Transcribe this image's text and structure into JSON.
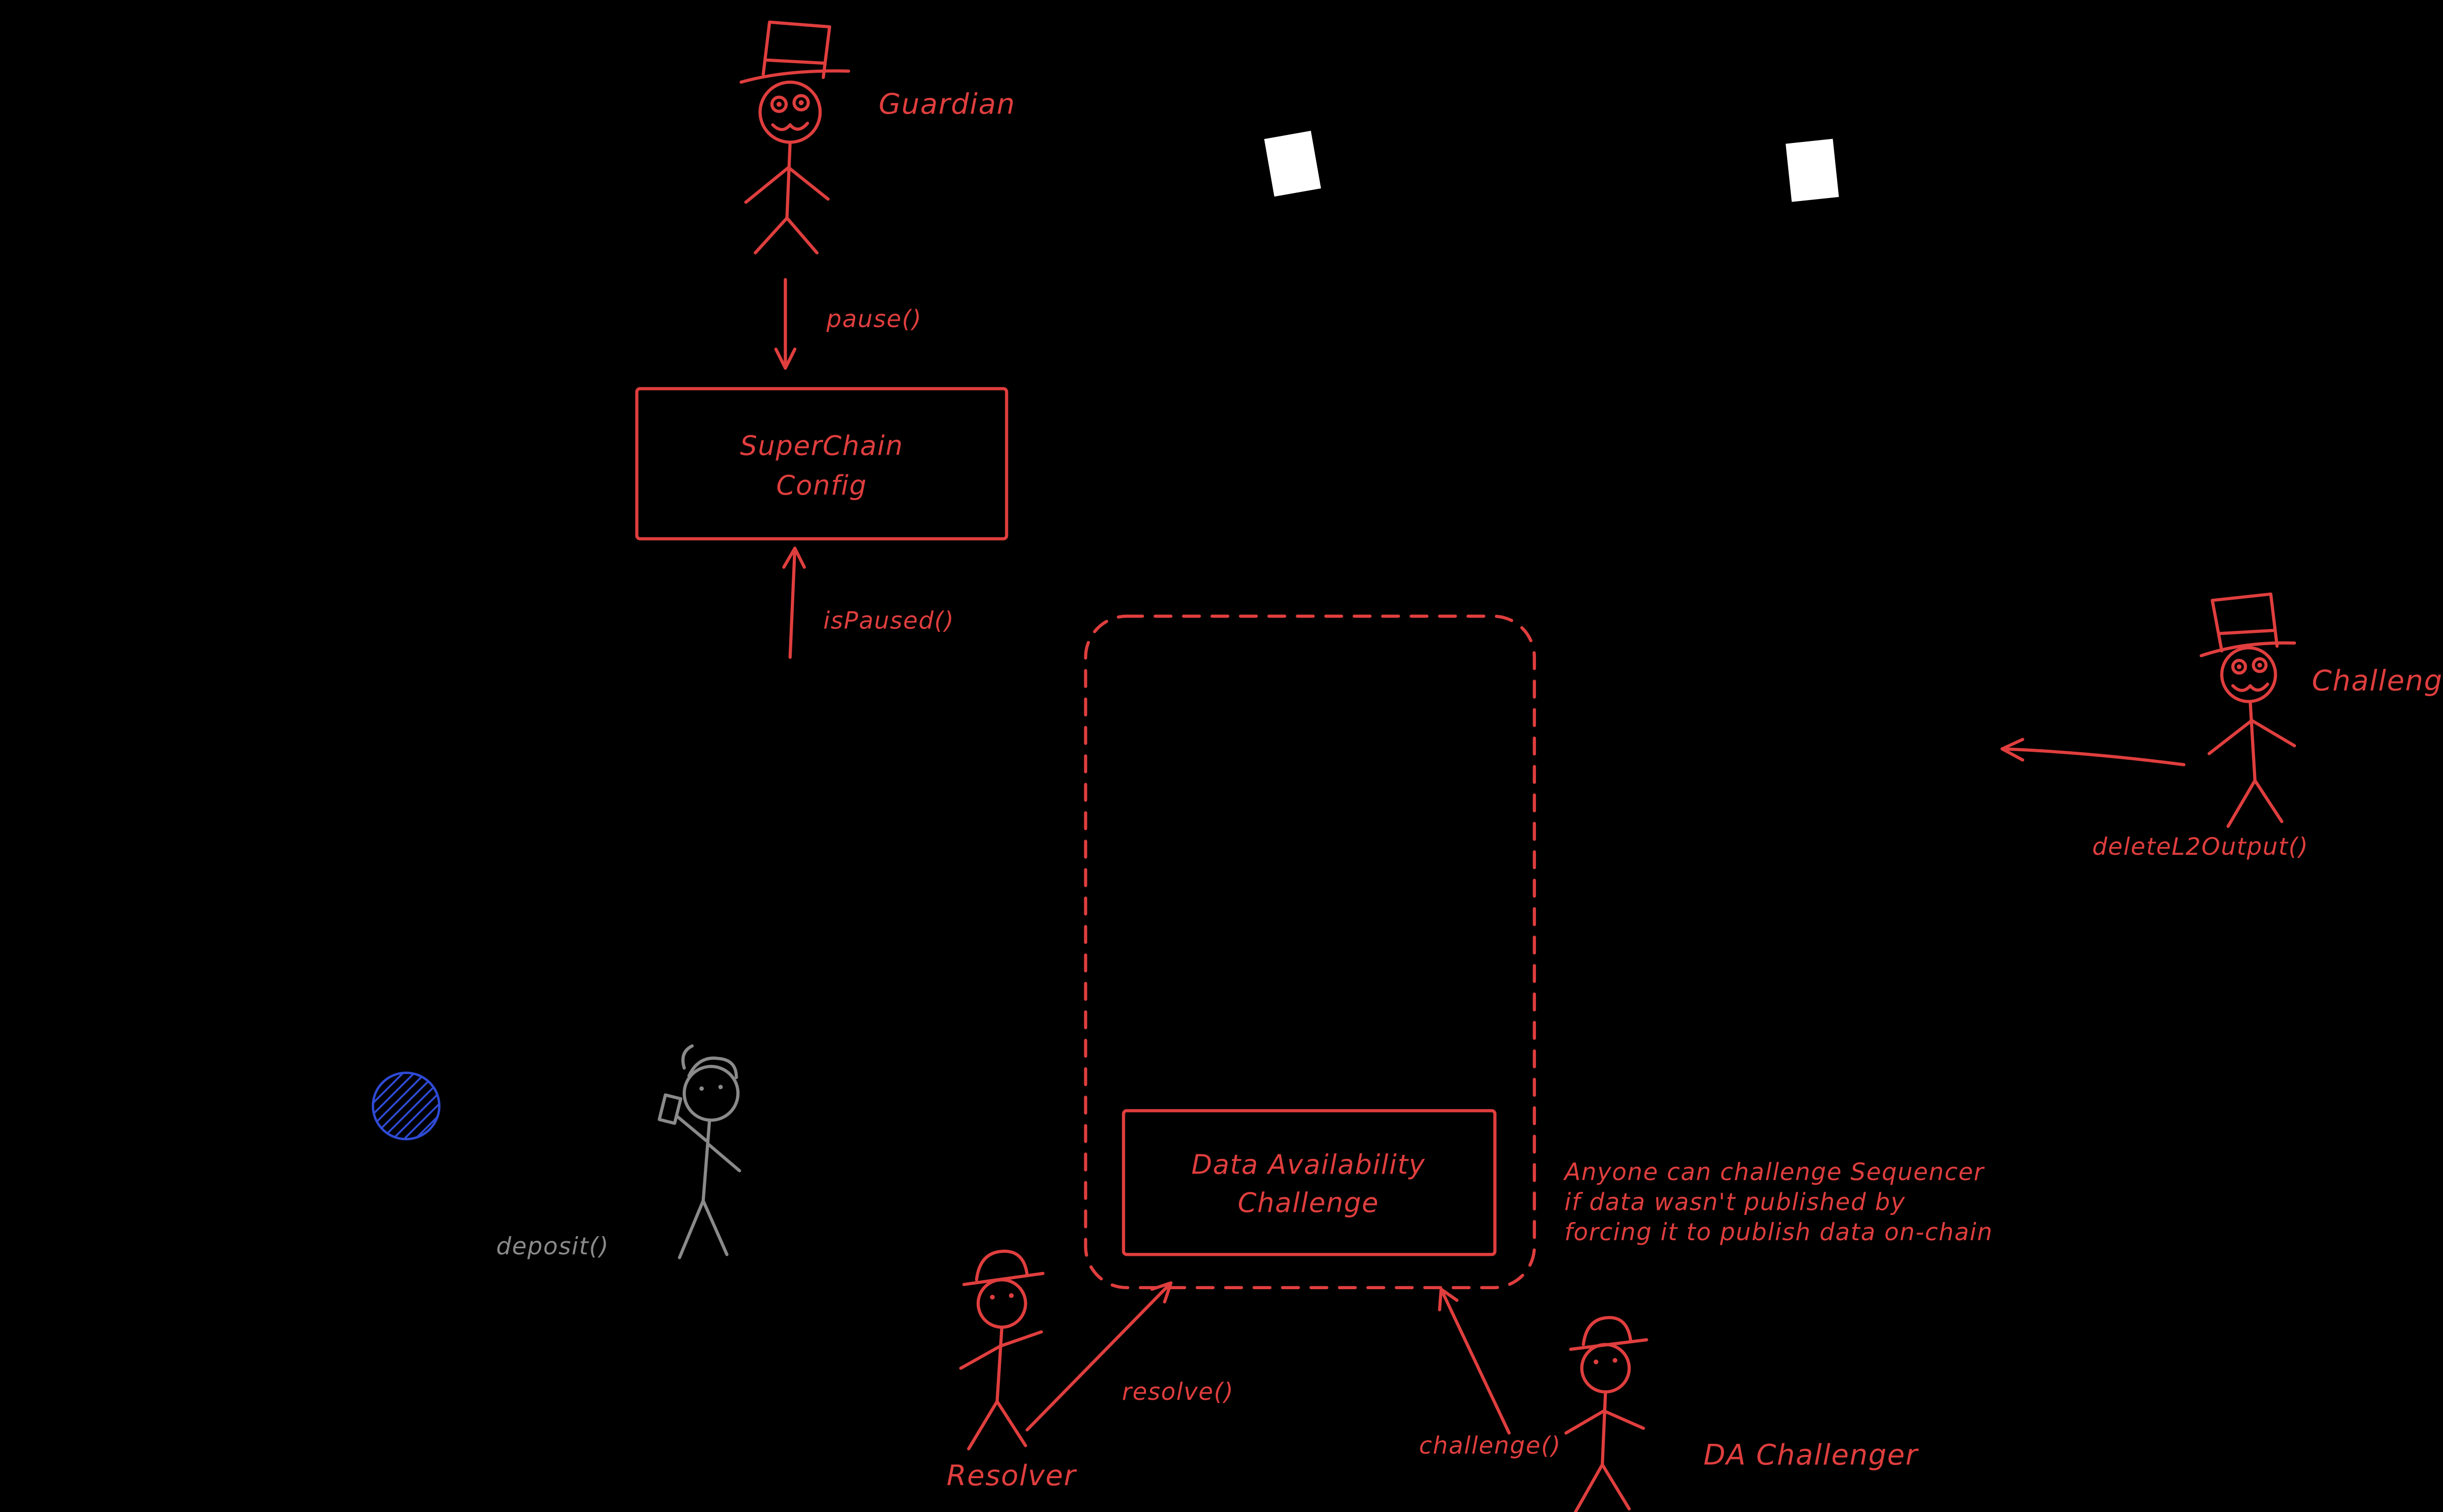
{
  "diagram": {
    "background": "#000000",
    "accent_red": "#e03e3e",
    "gray": "#8a8a8a",
    "blue": "#2f4bd6",
    "white": "#ffffff",
    "labels": {
      "guardian": "Guardian",
      "challenger": "Challenger",
      "resolver": "Resolver",
      "da_challenger": "DA Challenger"
    },
    "calls": {
      "pause": "pause()",
      "is_paused": "isPaused()",
      "delete_l2_output": "deleteL2Output()",
      "resolve": "resolve()",
      "challenge": "challenge()",
      "deposit": "deposit()"
    },
    "boxes": {
      "superchain_config": {
        "line1": "SuperChain",
        "line2": "Config"
      },
      "da_challenge": {
        "line1": "Data Availability",
        "line2": "Challenge"
      }
    },
    "annotation": {
      "line1": "Anyone can challenge Sequencer",
      "line2": "if data wasn't published by",
      "line3": "forcing it to publish data on-chain"
    }
  }
}
